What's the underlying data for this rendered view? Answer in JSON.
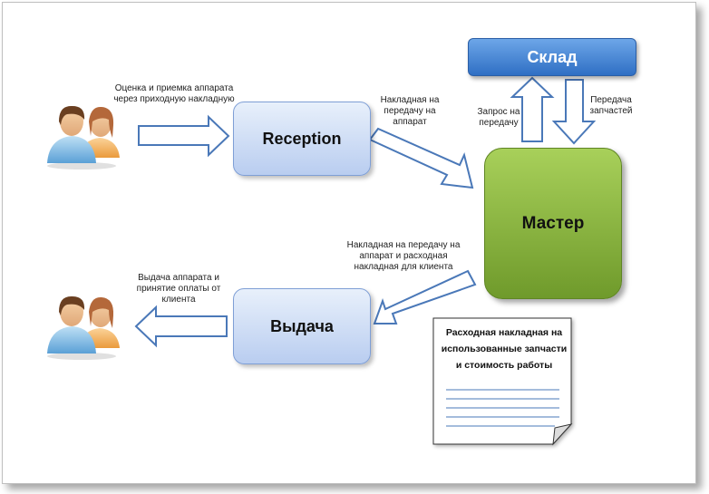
{
  "nodes": {
    "reception": "Reception",
    "vydacha": "Выдача",
    "sklad": "Склад",
    "master": "Мастер"
  },
  "labels": {
    "intake": "Оценка и приемка аппарата через приходную накладную",
    "to_master": "Накладная на передачу на аппарат",
    "request": "Запрос на передачу",
    "transfer_parts": "Передача запчастей",
    "from_master": "Накладная на передачу на аппарат и расходная накладная для клиента",
    "output": "Выдача аппарата и принятие оплаты от клиента"
  },
  "document": {
    "text": "Расходная накладная на использованные запчасти и стоимость работы"
  },
  "colors": {
    "arrow_stroke": "#4a78b8",
    "box_blue": "#b9cdf0",
    "sklad_blue": "#2f6fc4",
    "master_green": "#8ab843"
  },
  "icons": {
    "people_top": "people-icon",
    "people_bottom": "people-icon"
  }
}
